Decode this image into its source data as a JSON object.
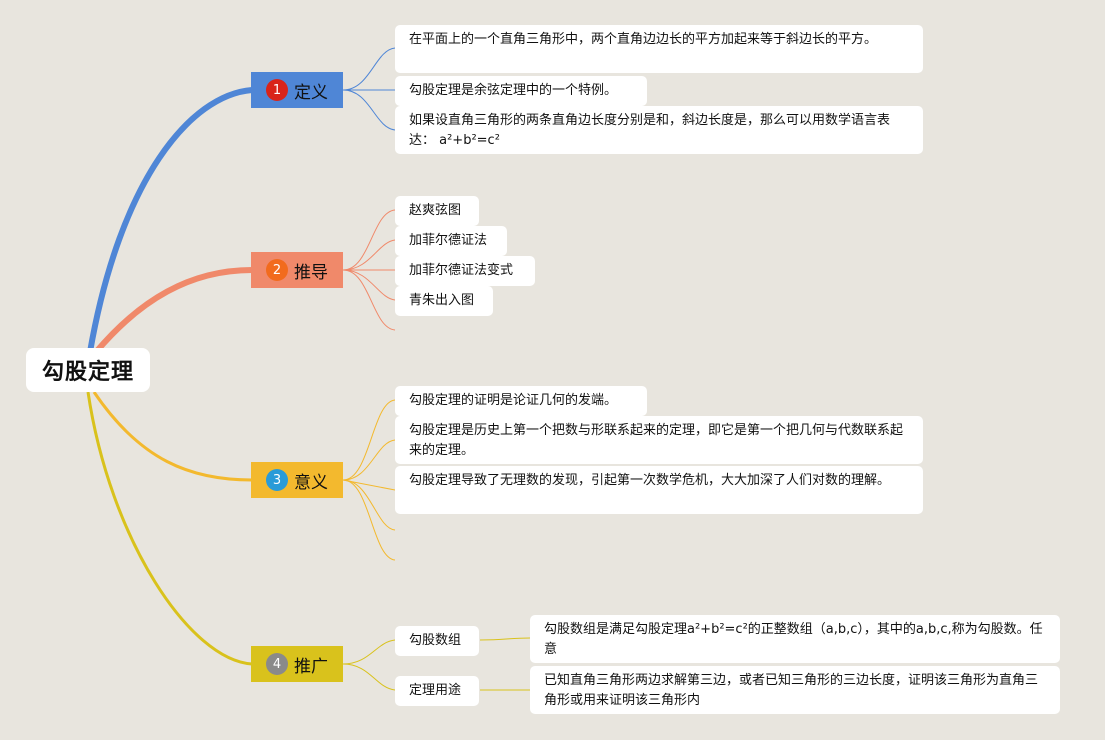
{
  "root": {
    "label": "勾股定理"
  },
  "colors": {
    "background": "#e8e5de",
    "definition": "#4f86d6",
    "derivation": "#f0896a",
    "meaning": "#f3b92e",
    "extension": "#d9c21c"
  },
  "branches": {
    "definition": {
      "number": "1",
      "label": "定义",
      "leaves": [
        "在平面上的一个直角三角形中，两个直角边边长的平方加起来等于斜边长的平方。",
        "勾股定理是余弦定理中的一个特例。",
        "如果设直角三角形的两条直角边长度分别是和，斜边长度是，那么可以用数学语言表达：  a²+b²=c²"
      ]
    },
    "derivation": {
      "number": "2",
      "label": "推导",
      "leaves": [
        "赵爽弦图",
        "加菲尔德证法",
        "加菲尔德证法变式",
        "青朱出入图"
      ]
    },
    "meaning": {
      "number": "3",
      "label": "意义",
      "leaves": [
        "勾股定理的证明是论证几何的发端。",
        "勾股定理是历史上第一个把数与形联系起来的定理，即它是第一个把几何与代数联系起来的定理。",
        "勾股定理导致了无理数的发现，引起第一次数学危机，大大加深了人们对数的理解。"
      ]
    },
    "extension": {
      "number": "4",
      "label": "推广",
      "leaves": [
        {
          "label": "勾股数组",
          "detail": "勾股数组是满足勾股定理a²+b²=c²的正整数组（a,b,c），其中的a,b,c,称为勾股数。任意"
        },
        {
          "label": "定理用途",
          "detail": "已知直角三角形两边求解第三边，或者已知三角形的三边长度，证明该三角形为直角三角形或用来证明该三角形内"
        }
      ]
    }
  }
}
